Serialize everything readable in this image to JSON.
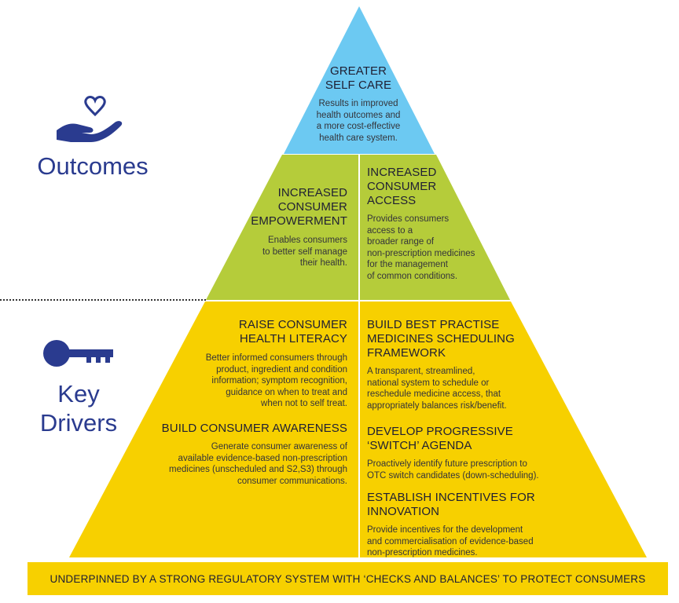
{
  "side_labels": {
    "outcomes": "Outcomes",
    "key_drivers_line1": "Key",
    "key_drivers_line2": "Drivers"
  },
  "icons": {
    "outcomes_icon": "hand-holding-heart-icon",
    "drivers_icon": "key-icon"
  },
  "colors": {
    "top_tier": "#6cc9f2",
    "middle_tier": "#b5cc3a",
    "bottom_tier": "#f7d000",
    "accent_blue": "#2a3b8f"
  },
  "tiers": {
    "top": {
      "title_line1": "GREATER",
      "title_line2": "SELF CARE",
      "body": [
        "Results in improved",
        "health outcomes and",
        "a more cost-effective",
        "health care system."
      ]
    },
    "middle_left": {
      "title": [
        "INCREASED",
        "CONSUMER",
        "EMPOWERMENT"
      ],
      "body": [
        "Enables consumers",
        "to better self manage",
        "their health."
      ]
    },
    "middle_right": {
      "title": [
        "INCREASED",
        "CONSUMER",
        "ACCESS"
      ],
      "body": [
        "Provides consumers",
        "access to a",
        "broader range of",
        "non-prescription medicines",
        "for the management",
        "of common conditions."
      ]
    },
    "bottom_left_1": {
      "title": [
        "RAISE CONSUMER",
        "HEALTH LITERACY"
      ],
      "body": [
        "Better informed consumers through",
        "product, ingredient and condition",
        "information; symptom recognition,",
        "guidance on when to treat and",
        "when not to self treat."
      ]
    },
    "bottom_left_2": {
      "title": [
        "BUILD CONSUMER AWARENESS"
      ],
      "body": [
        "Generate consumer awareness of",
        "available evidence-based non-prescription",
        "medicines (unscheduled and S2,S3) through",
        "consumer communications."
      ]
    },
    "bottom_right_1": {
      "title": [
        "BUILD BEST PRACTISE",
        "MEDICINES SCHEDULING",
        "FRAMEWORK"
      ],
      "body": [
        "A transparent, streamlined,",
        "national system to schedule or",
        "reschedule medicine access, that",
        "appropriately balances risk/benefit."
      ]
    },
    "bottom_right_2": {
      "title": [
        "DEVELOP PROGRESSIVE",
        "‘SWITCH’ AGENDA"
      ],
      "body": [
        "Proactively identify future prescription to",
        "OTC switch candidates (down-scheduling)."
      ]
    },
    "bottom_right_3": {
      "title": [
        "ESTABLISH INCENTIVES FOR INNOVATION"
      ],
      "body": [
        "Provide incentives for the development",
        "and commercialisation of evidence-based",
        "non-prescription medicines."
      ]
    }
  },
  "base_bar": "UNDERPINNED BY A STRONG REGULATORY SYSTEM WITH ‘CHECKS AND BALANCES’ TO PROTECT CONSUMERS"
}
